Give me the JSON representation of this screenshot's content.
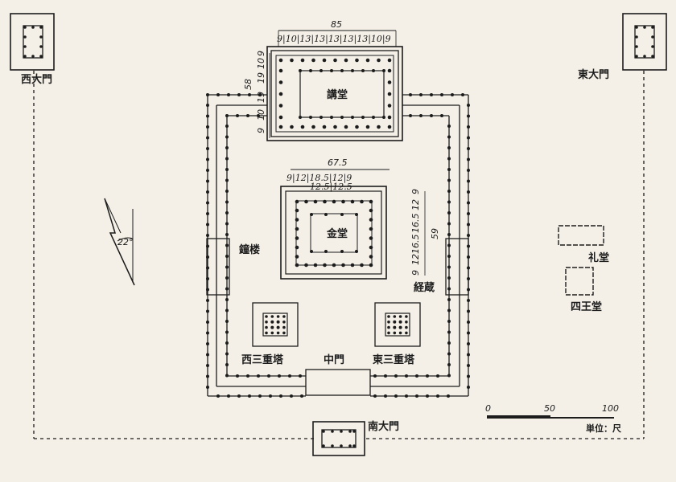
{
  "buildings": {
    "west_gate": "西大門",
    "east_gate": "東大門",
    "lecture_hall": "講堂",
    "golden_hall": "金堂",
    "bell_tower": "鐘楼",
    "sutra_repository": "経蔵",
    "west_pagoda": "西三重塔",
    "east_pagoda": "東三重塔",
    "middle_gate": "中門",
    "south_gate": "南大門",
    "worship_hall": "礼堂",
    "four_kings_hall": "四王堂"
  },
  "dimensions": {
    "lecture_width_total": "85",
    "lecture_bays": "9|10|13|13|13|13|13|10|9",
    "lecture_depth_total": "58",
    "lecture_depth_parts": [
      "9",
      "10",
      "19",
      "19",
      "10",
      "9"
    ],
    "golden_width_total": "67.5",
    "golden_bays_outer": "9|12|18.5|12|9",
    "golden_bays_inner": "12.5|12.5",
    "golden_depth_total": "59",
    "golden_depth_parts": [
      "9",
      "12",
      "16.5",
      "16.5",
      "12",
      "9"
    ]
  },
  "compass": {
    "angle": "22°"
  },
  "scale": {
    "ticks": [
      "0",
      "50",
      "100"
    ],
    "unit": "単位：尺"
  }
}
